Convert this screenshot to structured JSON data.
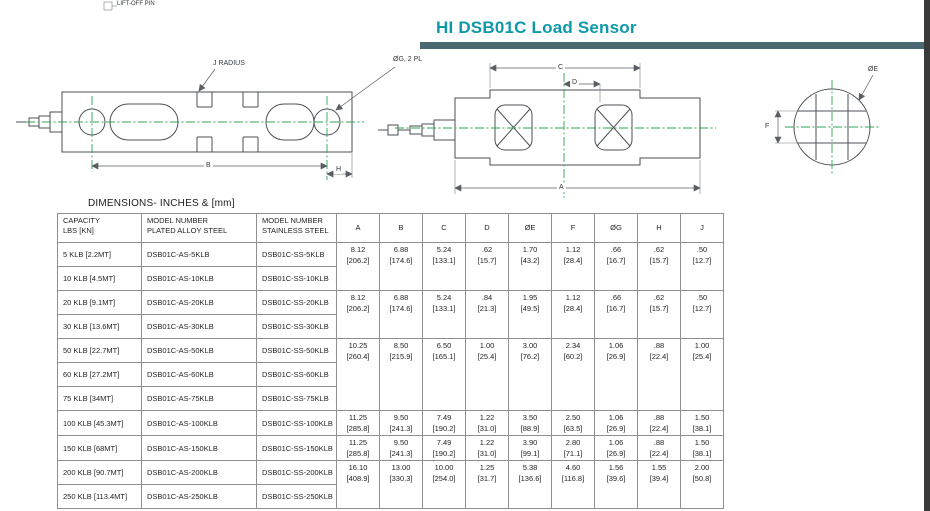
{
  "colors": {
    "accent": "#0F98A8",
    "bar": "#4A6872",
    "centerline": "#2FA456",
    "line": "#4B4F55",
    "tableborder": "#8F8F8F"
  },
  "header": {
    "title": "HI DSB01C Load Sensor"
  },
  "fragment": {
    "lift_off_pin": "LIFT-OFF PIN"
  },
  "drawings": {
    "side_view": {
      "j_radius": "J RADIUS",
      "og": "ØG, 2 PL",
      "b": "B",
      "h": "H"
    },
    "top_view": {
      "c": "C",
      "d": "D",
      "a": "A"
    },
    "end_view": {
      "oe": "ØE",
      "f": "F"
    }
  },
  "table": {
    "heading": "DIMENSIONS- INCHES & [mm]",
    "headers": [
      "CAPACITY\nLBS [KN]",
      "MODEL NUMBER\nPLATED ALLOY STEEL",
      "MODEL NUMBER\nSTAINLESS STEEL",
      "A",
      "B",
      "C",
      "D",
      "ØE",
      "F",
      "ØG",
      "H",
      "J"
    ],
    "rows": [
      {
        "capacity": "5 KLB [2.2MT]",
        "alloy": "DSB01C-AS-5KLB",
        "stainless": "DSB01C-SS-5KLB",
        "span": 2,
        "dims": [
          "8.12\n[206.2]",
          "6.88\n[174.6]",
          "5.24\n[133.1]",
          ".62\n[15.7]",
          "1.70\n[43.2]",
          "1.12\n[28.4]",
          ".66\n[16.7]",
          ".62\n[15.7]",
          ".50\n[12.7]"
        ]
      },
      {
        "capacity": "10 KLB [4.5MT]",
        "alloy": "DSB01C-AS-10KLB",
        "stainless": "DSB01C-SS-10KLB"
      },
      {
        "capacity": "20 KLB [9.1MT]",
        "alloy": "DSB01C-AS-20KLB",
        "stainless": "DSB01C-SS-20KLB",
        "span": 2,
        "dims": [
          "8.12\n[206.2]",
          "6.88\n[174.6]",
          "5.24\n[133.1]",
          ".84\n[21.3]",
          "1.95\n[49.5]",
          "1.12\n[28.4]",
          ".66\n[16.7]",
          ".62\n[15.7]",
          ".50\n[12.7]"
        ]
      },
      {
        "capacity": "30 KLB [13.6MT]",
        "alloy": "DSB01C-AS-30KLB",
        "stainless": "DSB01C-SS-30KLB"
      },
      {
        "capacity": "50 KLB [22.7MT]",
        "alloy": "DSB01C-AS-50KLB",
        "stainless": "DSB01C-SS-50KLB",
        "span": 3,
        "dims": [
          "10.25\n[260.4]",
          "8.50\n[215.9]",
          "6.50\n[165.1]",
          "1.00\n[25.4]",
          "3.00\n[76.2]",
          "2.34\n[60.2]",
          "1.06\n[26.9]",
          ".88\n[22.4]",
          "1.00\n[25.4]"
        ]
      },
      {
        "capacity": "60 KLB [27.2MT]",
        "alloy": "DSB01C-AS-60KLB",
        "stainless": "DSB01C-SS-60KLB"
      },
      {
        "capacity": "75 KLB [34MT]",
        "alloy": "DSB01C-AS-75KLB",
        "stainless": "DSB01C-SS-75KLB"
      },
      {
        "capacity": "100 KLB [45.3MT]",
        "alloy": "DSB01C-AS-100KLB",
        "stainless": "DSB01C-SS-100KLB",
        "span": 1,
        "dims": [
          "11.25\n[285.8]",
          "9.50\n[241.3]",
          "7.49\n[190.2]",
          "1.22\n[31.0]",
          "3.50\n[88.9]",
          "2.50\n[63.5]",
          "1.06\n[26.9]",
          ".88\n[22.4]",
          "1.50\n[38.1]"
        ]
      },
      {
        "capacity": "150 KLB [68MT]",
        "alloy": "DSB01C-AS-150KLB",
        "stainless": "DSB01C-SS-150KLB",
        "span": 1,
        "dims": [
          "11.25\n[285.8]",
          "9.50\n[241.3]",
          "7.49\n[190.2]",
          "1.22\n[31.0]",
          "3.90\n[99.1]",
          "2.80\n[71.1]",
          "1.06\n[26.9]",
          ".88\n[22.4]",
          "1.50\n[38.1]"
        ]
      },
      {
        "capacity": "200 KLB [90.7MT]",
        "alloy": "DSB01C-AS-200KLB",
        "stainless": "DSB01C-SS-200KLB",
        "span": 2,
        "dims": [
          "16.10\n[408.9]",
          "13.00\n[330.3]",
          "10.00\n[254.0]",
          "1.25\n[31.7]",
          "5.38\n[136.6]",
          "4.60\n[116.8]",
          "1.56\n[39.6]",
          "1.55\n[39.4]",
          "2.00\n[50.8]"
        ]
      },
      {
        "capacity": "250 KLB [113.4MT]",
        "alloy": "DSB01C-AS-250KLB",
        "stainless": "DSB01C-SS-250KLB"
      }
    ]
  }
}
